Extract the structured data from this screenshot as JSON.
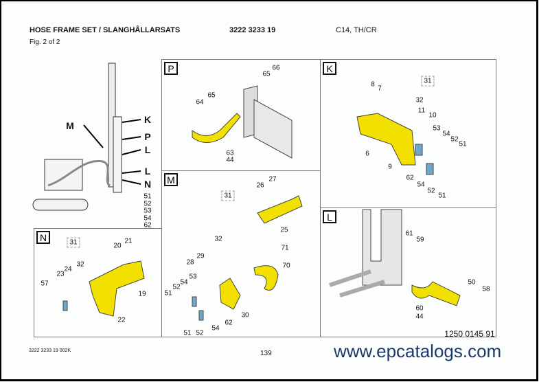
{
  "header": {
    "title": "HOSE FRAME SET / SLANGHÅLLARSATS",
    "figure": "Fig. 2 of 2",
    "part_number": "3222 3233 19",
    "model": "C14, TH/CR"
  },
  "footer": {
    "doc_code": "3222 3233 19  002K",
    "page": "139",
    "watermark": "www.epcatalogs.com",
    "drawing_number": "1250 0145 91"
  },
  "overview": {
    "letters": [
      "K",
      "P",
      "L",
      "L",
      "N",
      "M"
    ],
    "numbers": [
      "51",
      "52",
      "53",
      "54",
      "62"
    ]
  },
  "panels": {
    "P": {
      "label": "P",
      "callouts": [
        "66",
        "65",
        "65",
        "64",
        "63",
        "44"
      ]
    },
    "K": {
      "label": "K",
      "callouts": [
        "31",
        "8",
        "7",
        "32",
        "11",
        "10",
        "53",
        "54",
        "52",
        "51",
        "6",
        "9",
        "62",
        "54",
        "52",
        "51"
      ]
    },
    "M": {
      "label": "M",
      "callouts": [
        "31",
        "27",
        "26",
        "25",
        "32",
        "71",
        "29",
        "70",
        "28",
        "53",
        "54",
        "52",
        "51",
        "30",
        "62",
        "54",
        "51",
        "52"
      ]
    },
    "N": {
      "label": "N",
      "callouts": [
        "31",
        "20",
        "21",
        "32",
        "24",
        "23",
        "57",
        "19",
        "22"
      ]
    },
    "L": {
      "label": "L",
      "callouts": [
        "61",
        "59",
        "50",
        "58",
        "60",
        "44"
      ]
    }
  },
  "colors": {
    "part_yellow": "#f2e000",
    "watermark": "#1b3a6b",
    "blue_plate": "#6fa8c8"
  }
}
